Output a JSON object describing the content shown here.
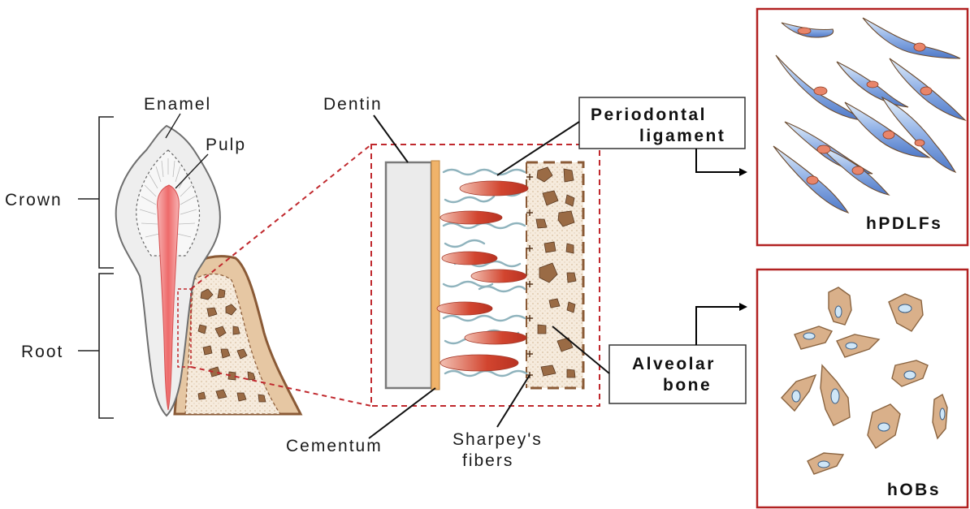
{
  "labels": {
    "enamel": "Enamel",
    "pulp": "Pulp",
    "crown": "Crown",
    "root": "Root",
    "dentin": "Dentin",
    "periodontal_line1": "Periodontal",
    "periodontal_line2": "ligament",
    "alveolar_line1": "Alveolar",
    "alveolar_line2": "bone",
    "cementum": "Cementum",
    "sharpeys_line1": "Sharpey's",
    "sharpeys_line2": "fibers",
    "hpdlfs": "hPDLFs",
    "hobs": "hOBs"
  },
  "colors": {
    "panel_border": "#b22222",
    "zoom_dash": "#c0282d",
    "pulp": "#ee6a6a",
    "bone_fill": "#e8c9a6",
    "bone_spot": "#9a6b45",
    "cementum": "#f0b36a",
    "fibroblast_fill": "#6a8fd6",
    "osteoblast_fill": "#d9b08a"
  },
  "icons": [
    "arrow-right-icon",
    "arrow-right-icon"
  ]
}
